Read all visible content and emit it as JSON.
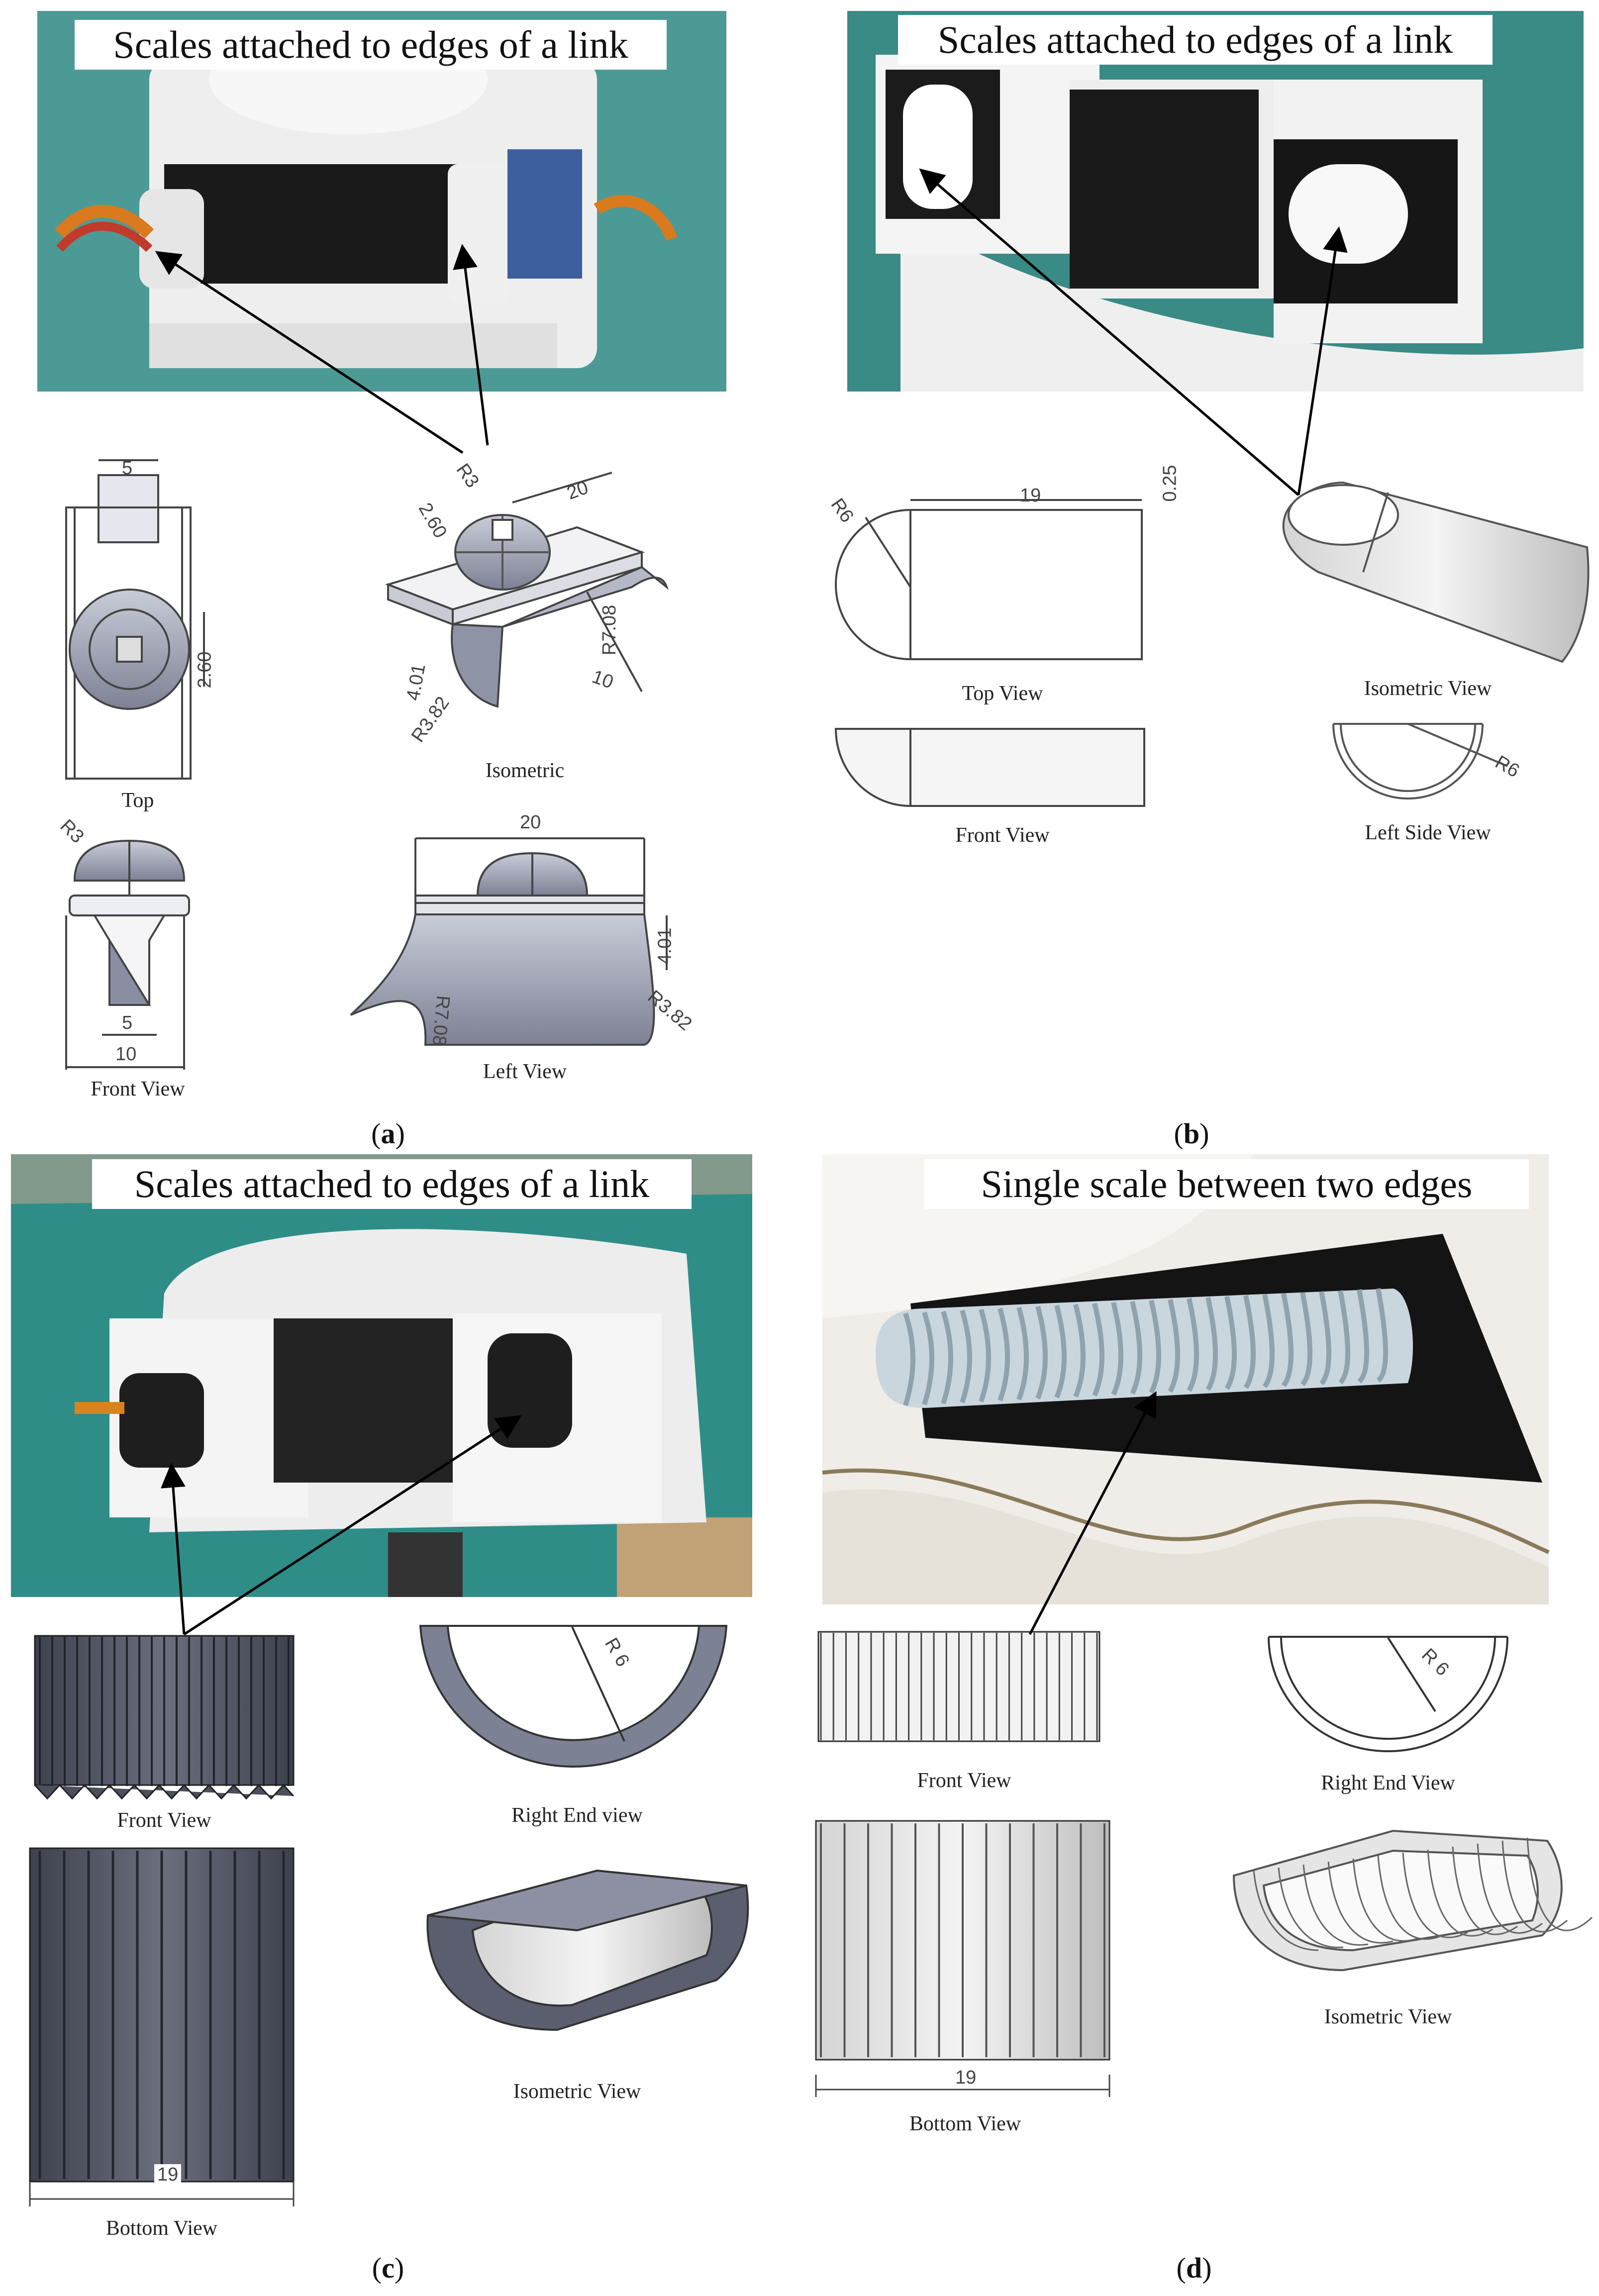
{
  "panels": {
    "a": {
      "photo_title": "Scales attached to edges of a link",
      "caption_letter": "a",
      "views": {
        "top": "Top",
        "isometric": "Isometric",
        "front": "Front View",
        "left": "Left View"
      },
      "dims": {
        "top_width": "5",
        "top_len": "2.60",
        "iso_r": "R3",
        "iso_260": "2.60",
        "iso_20": "20",
        "iso_708": "R7.08",
        "iso_401": "4.01",
        "iso_10": "10",
        "iso_382": "R3.82",
        "front_r": "R3",
        "front_5": "5",
        "front_10": "10",
        "left_20": "20",
        "left_401": "4.01",
        "left_708": "R7.08",
        "left_382": "R3.82"
      }
    },
    "b": {
      "photo_title": "Scales attached to edges of a link",
      "caption_letter": "b",
      "views": {
        "top": "Top View",
        "isometric": "Isometric View",
        "front": "Front View",
        "left_side": "Left Side View"
      },
      "dims": {
        "top_r": "R6",
        "top_19": "19",
        "top_025": "0.25",
        "side_r": "R6"
      }
    },
    "c": {
      "photo_title": "Scales attached to edges of a link",
      "caption_letter": "c",
      "views": {
        "front": "Front View",
        "right_end": "Right End view",
        "isometric": "Isometric View",
        "bottom": "Bottom View"
      },
      "dims": {
        "end_r": "R 6",
        "bottom_19": "19"
      }
    },
    "d": {
      "photo_title": "Single scale between two edges",
      "caption_letter": "d",
      "views": {
        "front": "Front View",
        "right_end": "Right End View",
        "isometric": "Isometric View",
        "bottom": "Bottom View"
      },
      "dims": {
        "end_r": "R 6",
        "bottom_19": "19"
      }
    }
  }
}
